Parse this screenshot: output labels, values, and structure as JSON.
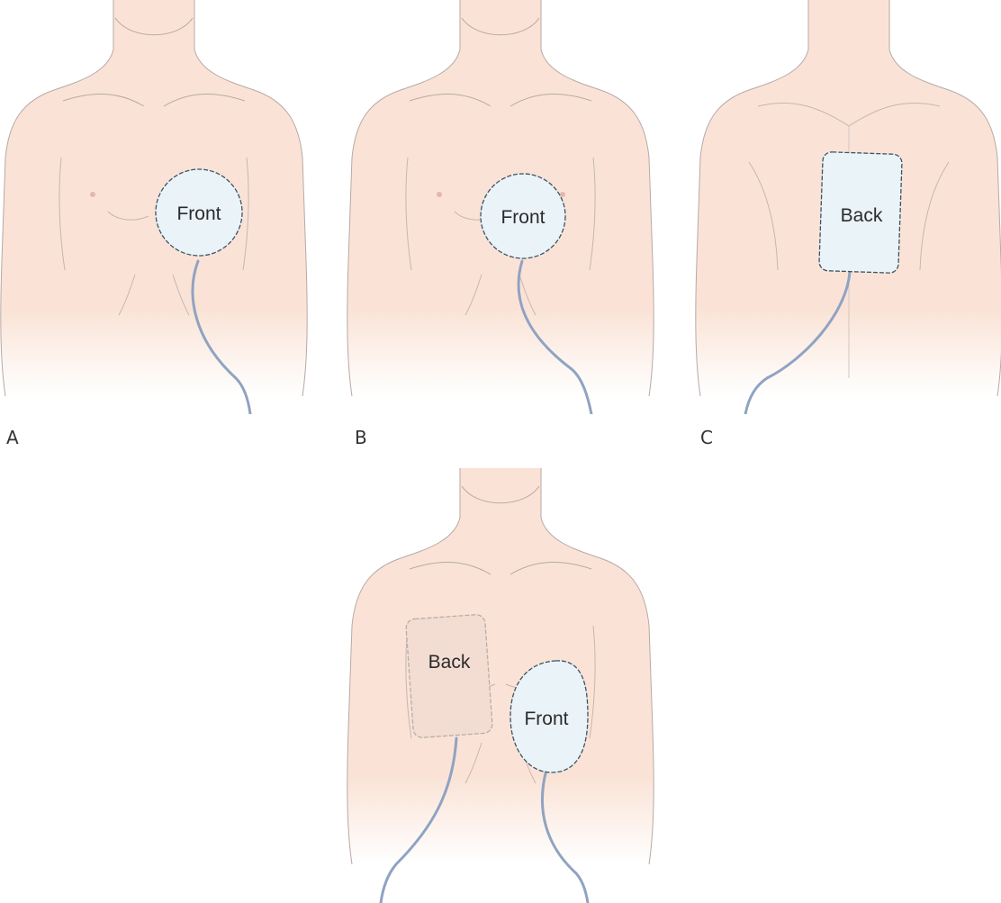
{
  "colors": {
    "skin": "#fae3d6",
    "skin_outline": "#a8a0a0",
    "pad_fill": "#e9f3f8",
    "pad_outline": "#3d5367",
    "back_pad_overlay_fill": "#f3ddd3",
    "cable": "#8fa3c2"
  },
  "panels": [
    {
      "letter": "A",
      "pads": [
        {
          "label": "Front"
        }
      ]
    },
    {
      "letter": "B",
      "pads": [
        {
          "label": "Front"
        }
      ]
    },
    {
      "letter": "C",
      "pads": [
        {
          "label": "Back"
        }
      ]
    },
    {
      "letter": "",
      "pads": [
        {
          "label": "Back"
        },
        {
          "label": "Front"
        }
      ]
    }
  ]
}
